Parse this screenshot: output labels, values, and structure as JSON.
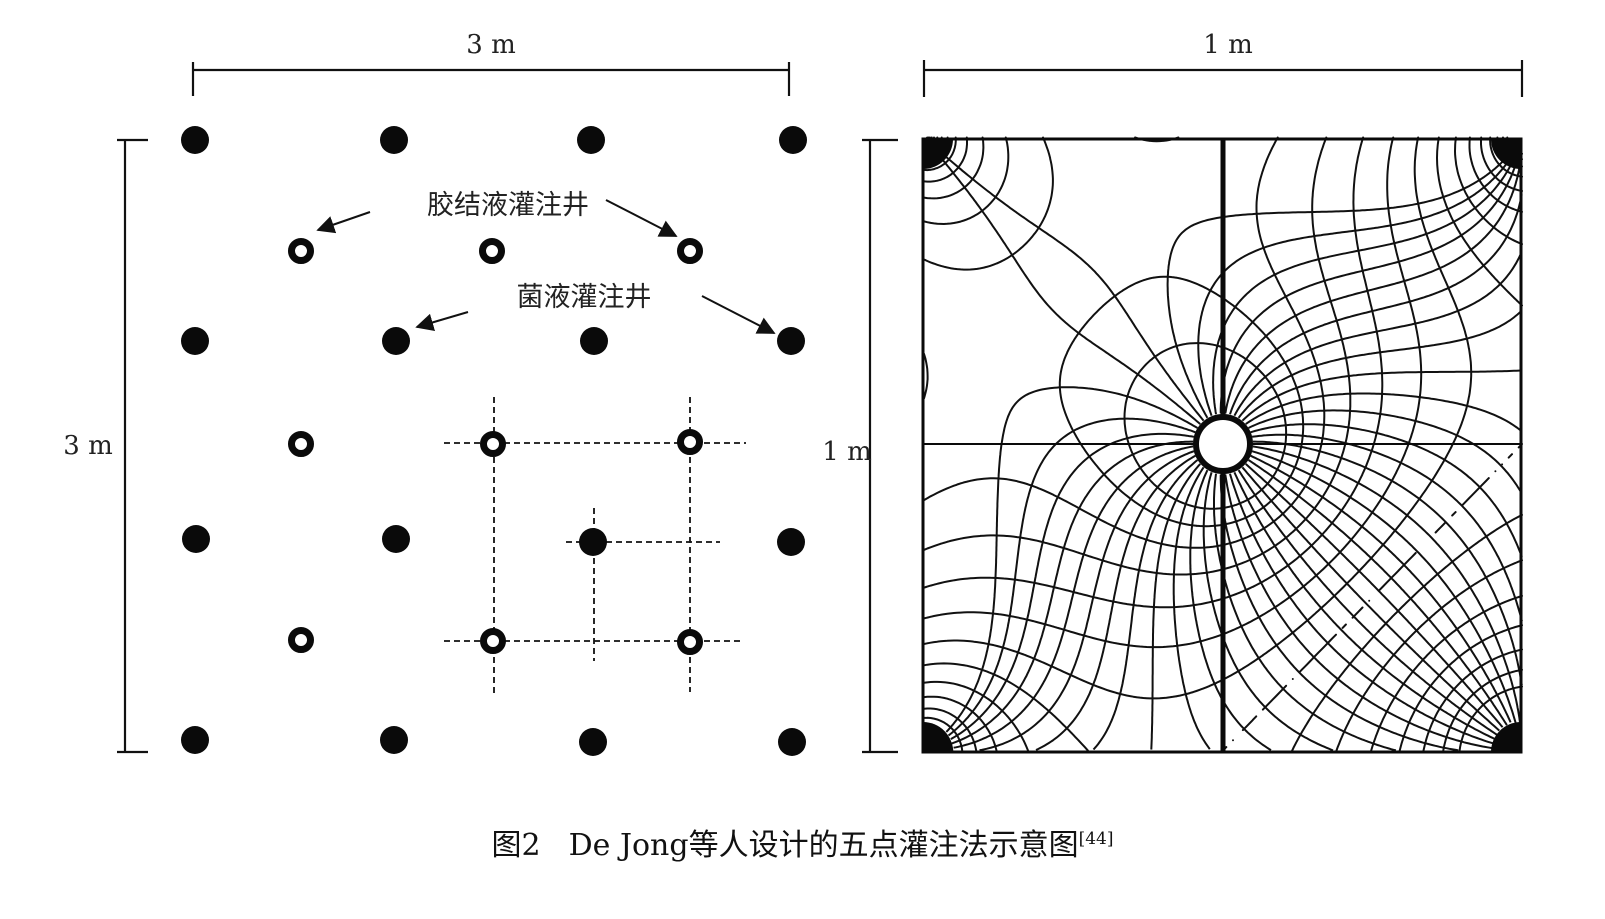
{
  "left_panel": {
    "width_label": "3 m",
    "height_label": "3 m",
    "annotation_cementation": "胶结液灌注井",
    "annotation_bacteria": "菌液灌注井",
    "legend": {
      "bacteria_well": "solid black dot",
      "cementation_well": "black ring with white center"
    }
  },
  "right_panel": {
    "width_label": "1 m",
    "height_label": "1 m"
  },
  "caption": {
    "number": "图2",
    "text": "De Jong等人设计的五点灌注法示意图",
    "ref": "[44]"
  },
  "colors": {
    "ink": "#111111",
    "background": "#ffffff"
  }
}
